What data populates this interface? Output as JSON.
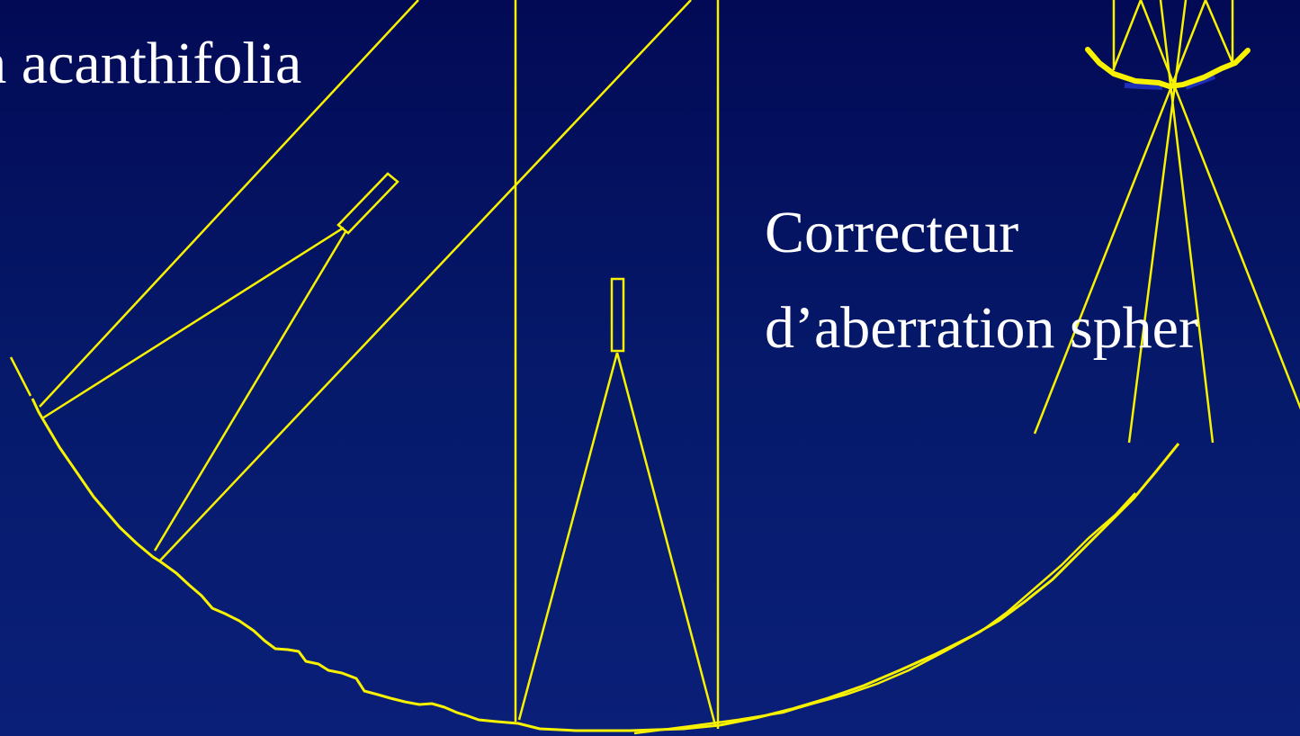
{
  "labels": {
    "left_caption": "a acanthifolia",
    "right_caption_line1": "Correcteur",
    "right_caption_line2": "d’aberration spher"
  },
  "colors": {
    "background": "#061a6c",
    "lines": "#f8f200",
    "text": "#ffffff"
  }
}
